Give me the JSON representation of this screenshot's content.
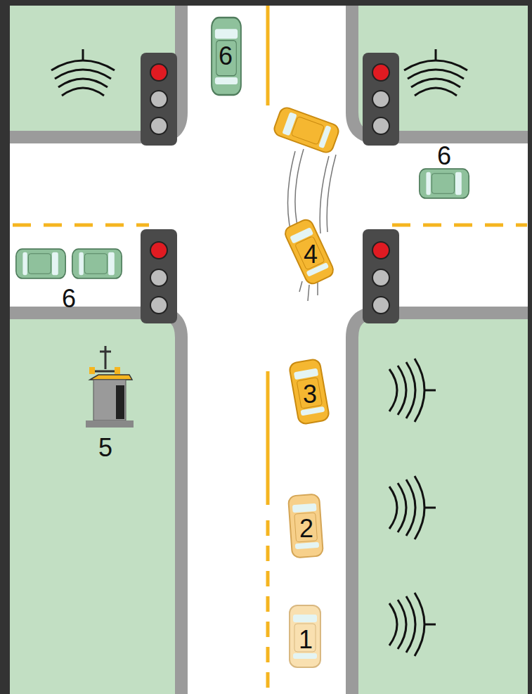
{
  "diagram": {
    "labels": [
      "6",
      "6",
      "4",
      "6",
      "3",
      "5",
      "2",
      "1"
    ]
  }
}
